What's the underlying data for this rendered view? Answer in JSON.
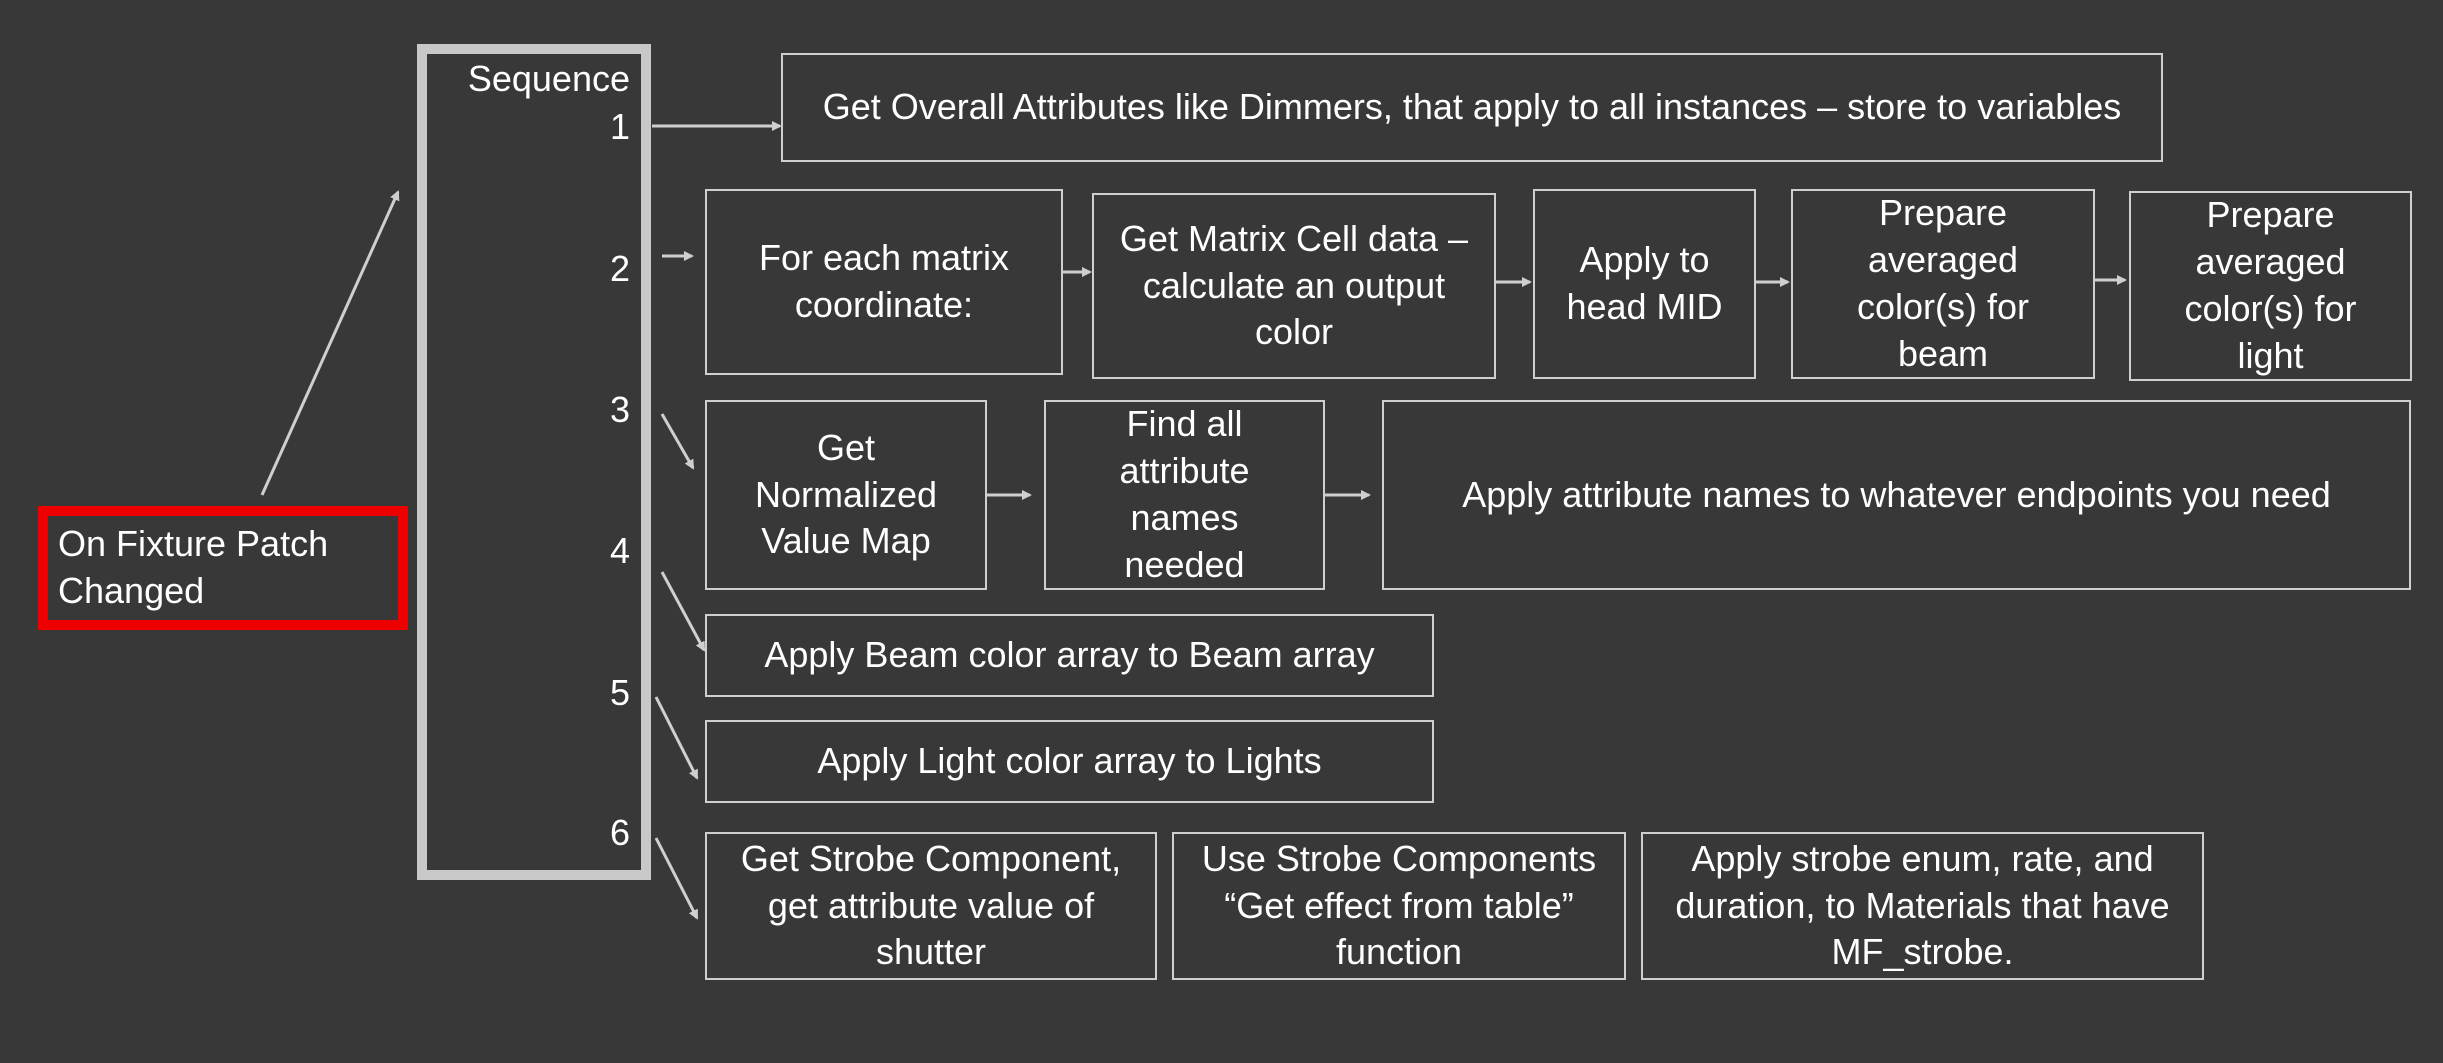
{
  "trigger": {
    "label": "On Fixture Patch\nChanged"
  },
  "sequence": {
    "title": "Sequence",
    "numbers": [
      "1",
      "2",
      "3",
      "4",
      "5",
      "6"
    ]
  },
  "steps": {
    "s1_overall": "Get Overall Attributes like Dimmers, that apply to all instances – store to variables",
    "s2_matrix_coord": "For each matrix\ncoordinate:",
    "s2_cell_data": "Get Matrix Cell data –\ncalculate an output\ncolor",
    "s2_apply_head": "Apply to\nhead MID",
    "s2_prep_beam": "Prepare\naveraged\ncolor(s) for\nbeam",
    "s2_prep_light": "Prepare\naveraged\ncolor(s) for\nlight",
    "s3_value_map": "Get\nNormalized\nValue Map",
    "s3_find_names": "Find all\nattribute\nnames\nneeded",
    "s3_apply_names": "Apply attribute names to whatever endpoints you need",
    "s4_beam": "Apply Beam color array to Beam array",
    "s5_light": "Apply Light color array to Lights",
    "s6_strobe_comp": "Get Strobe Component,\nget attribute value of\nshutter",
    "s6_strobe_table": "Use Strobe Components\n“Get effect from table”\nfunction",
    "s6_strobe_apply": "Apply strobe enum, rate, and\nduration, to Materials that have\nMF_strobe."
  },
  "colors": {
    "background": "#383838",
    "box_border": "#cfcfcf",
    "trigger_border": "#ee0000",
    "sequence_bar": "#c8c8c8",
    "text": "#ffffff"
  }
}
